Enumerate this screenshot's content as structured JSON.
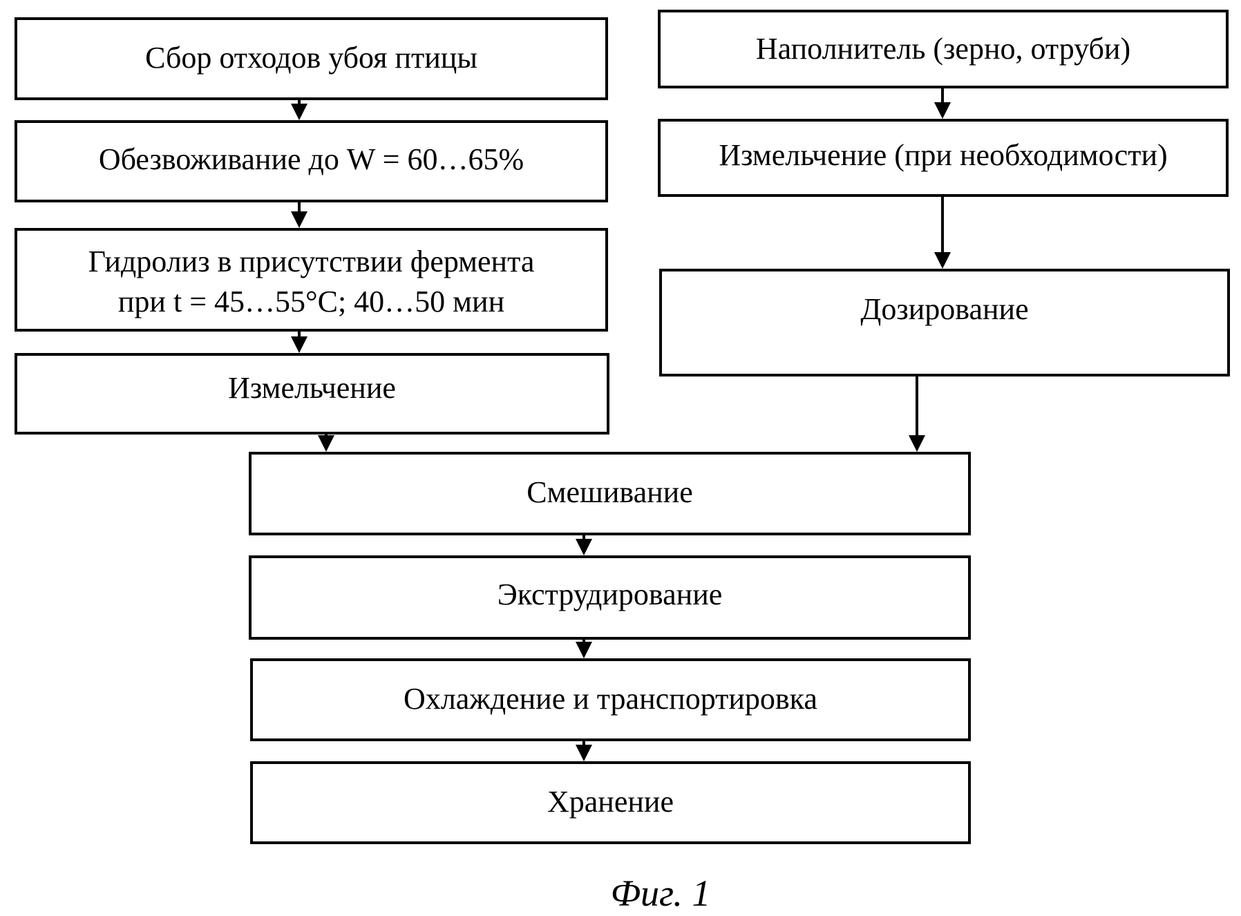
{
  "diagram": {
    "type": "flowchart",
    "left_column": [
      {
        "id": "collect",
        "lines": [
          "Сбор отходов убоя птицы"
        ]
      },
      {
        "id": "dewater",
        "lines": [
          "Обезвоживание до W = 60…65%"
        ]
      },
      {
        "id": "hydrolysis",
        "lines": [
          "Гидролиз в присутствии фермента",
          "при t = 45…55°C;  40…50 мин"
        ]
      },
      {
        "id": "grind",
        "lines": [
          "Измельчение"
        ]
      }
    ],
    "right_column": [
      {
        "id": "filler",
        "lines": [
          "Наполнитель (зерно, отруби)"
        ]
      },
      {
        "id": "filler-grind",
        "lines": [
          "Измельчение (при необходимости)"
        ]
      },
      {
        "id": "dosing",
        "lines": [
          "Дозирование"
        ]
      }
    ],
    "main_column": [
      {
        "id": "mixing",
        "lines": [
          "Смешивание"
        ]
      },
      {
        "id": "extrusion",
        "lines": [
          "Экструдирование"
        ]
      },
      {
        "id": "cooling",
        "lines": [
          "Охлаждение и транспортировка"
        ]
      },
      {
        "id": "storage",
        "lines": [
          "Хранение"
        ]
      }
    ],
    "edges": [
      [
        "collect",
        "dewater"
      ],
      [
        "dewater",
        "hydrolysis"
      ],
      [
        "hydrolysis",
        "grind"
      ],
      [
        "grind",
        "mixing"
      ],
      [
        "filler",
        "filler-grind"
      ],
      [
        "filler-grind",
        "dosing"
      ],
      [
        "dosing",
        "mixing"
      ],
      [
        "mixing",
        "extrusion"
      ],
      [
        "extrusion",
        "cooling"
      ],
      [
        "cooling",
        "storage"
      ]
    ]
  },
  "caption": "Фиг. 1"
}
